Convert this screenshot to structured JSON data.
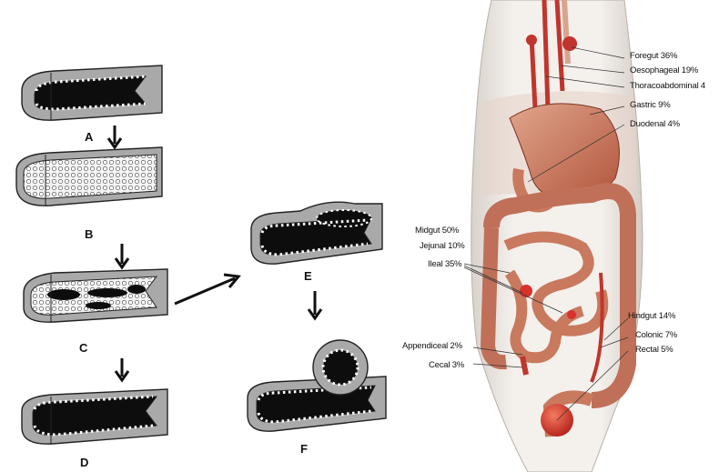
{
  "left_panel": {
    "stages": [
      {
        "letter": "A"
      },
      {
        "letter": "B"
      },
      {
        "letter": "C"
      },
      {
        "letter": "D"
      },
      {
        "letter": "E"
      },
      {
        "letter": "F"
      }
    ]
  },
  "right_panel": {
    "labels": {
      "foregut": "Foregut 36%",
      "oesophageal": "Oesophageal 19%",
      "thoracoabdominal": "Thoracoabdominal 4",
      "gastric": "Gastric 9%",
      "duodenal": "Duodenal 4%",
      "midgut": "Midgut 50%",
      "jejunal": "Jejunal 10%",
      "ileal": "Ileal 35%",
      "hindgut": "Hindgut 14%",
      "colonic": "Colonic 7%",
      "rectal": "Rectal 5%",
      "appendiceal": "Appendiceal 2%",
      "cecal": "Cecal 3%"
    }
  },
  "colors": {
    "tube_wall": "#a9a9a9",
    "tube_lumen": "#0d0d0d",
    "dot": "#ffffff",
    "skin": "#f1ece8",
    "bowel": "#c8795e",
    "bowel_dark": "#9d4c37",
    "vessel": "#c0352d",
    "cyst": "#d9322a"
  }
}
